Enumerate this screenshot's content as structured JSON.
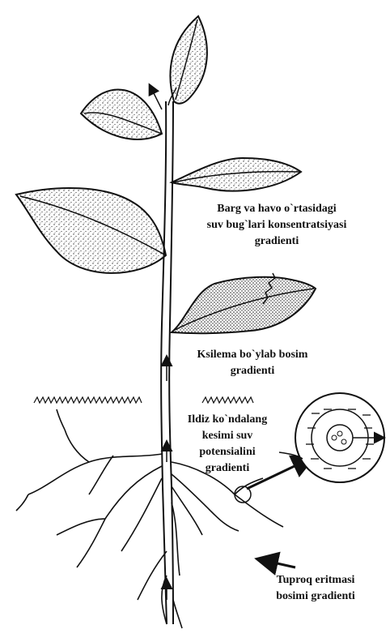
{
  "labels": {
    "leaf_air": [
      "Barg va havo o`rtasidagi",
      "suv bug`lari konsentratsiyasi",
      "gradienti"
    ],
    "xylem": [
      "Ksilema bo`ylab bosim",
      "gradienti"
    ],
    "root_cross": [
      "Ildiz ko`ndalang",
      "kesimi suv",
      "potensialini",
      "gradienti"
    ],
    "soil": [
      "Tuproq eritmasi",
      "bosimi gradienti"
    ]
  }
}
